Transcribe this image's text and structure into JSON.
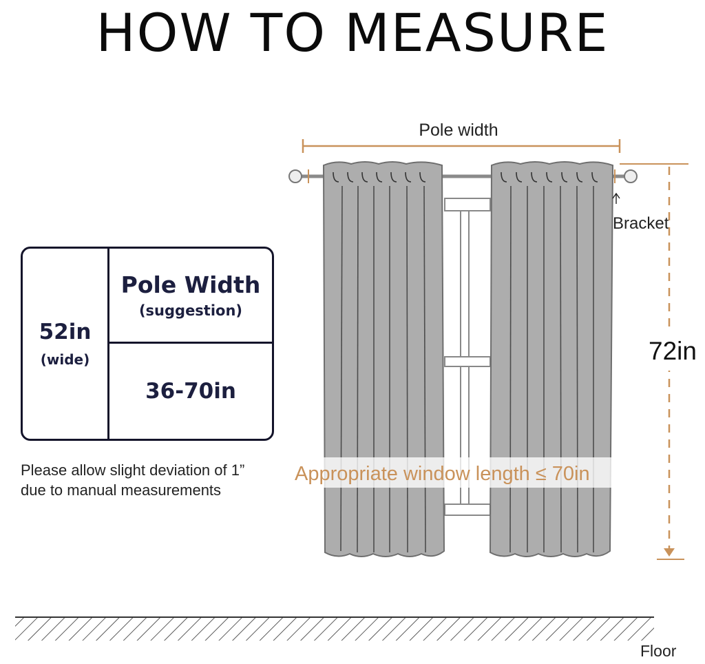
{
  "title": "HOW TO MEASURE",
  "diagram": {
    "pole_width_label": "Pole width",
    "bracket_label": "Bracket",
    "length_label": "72in",
    "window_length_label": "Appropriate window length ≤ 70in",
    "floor_label": "Floor",
    "accent_color": "#c9925a",
    "curtain_color": "#adadad"
  },
  "table": {
    "curtain_width": "52in",
    "curtain_width_note": "(wide)",
    "pole_heading": "Pole Width",
    "pole_note": "(suggestion)",
    "pole_range": "36-70in"
  },
  "note": {
    "line1": "Please allow slight deviation of 1”",
    "line2": "due to manual measurements"
  }
}
